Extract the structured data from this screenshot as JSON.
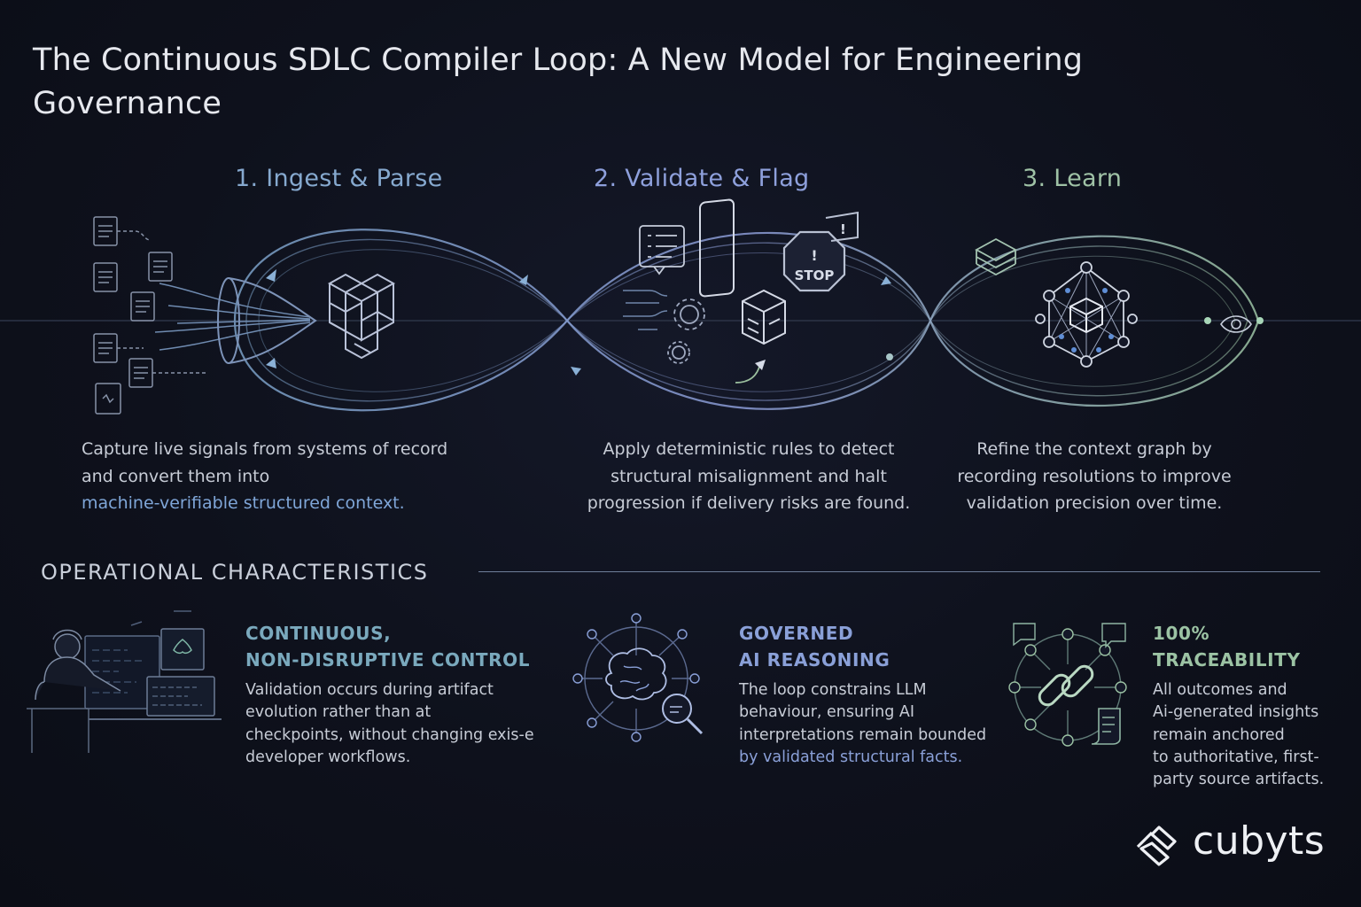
{
  "title": "The Continuous SDLC Compiler Loop: A New Model for Engineering Governance",
  "steps": [
    {
      "title": "1. Ingest & Parse",
      "lines": [
        "Capture live signals from systems of record",
        "and convert them into",
        "machine-verifiable structured context."
      ]
    },
    {
      "title": "2. Validate & Flag",
      "stop_label": "STOP",
      "lines": [
        "Apply deterministic rules to detect",
        "structural misalignment and halt",
        "progression if delivery risks are found."
      ]
    },
    {
      "title": "3. Learn",
      "lines": [
        "Refine the context graph by",
        "recording resolutions to improve",
        "validation precision over time."
      ]
    }
  ],
  "section_header": "OPERATIONAL CHARACTERISTICS",
  "features": [
    {
      "title_lines": [
        "CONTINUOUS,",
        "NON-DISRUPTIVE CONTROL"
      ],
      "body_lines": [
        "Validation occurs during artifact",
        "evolution rather than at",
        "checkpoints, without changing exis-e",
        "developer workflows."
      ]
    },
    {
      "title_lines": [
        "GOVERNED",
        "AI REASONING"
      ],
      "body_lines": [
        "The loop constrains LLM",
        "behaviour, ensuring AI",
        "interpretations remain bounded",
        "by validated structural facts."
      ]
    },
    {
      "title_lines": [
        "100%",
        "TRACEABILITY"
      ],
      "body_lines": [
        "All outcomes and",
        "Ai-generated insights",
        "remain anchored",
        "to authoritative, first-",
        "party source artifacts."
      ]
    }
  ],
  "brand": "cubyts",
  "colors": {
    "step1": "#86a9cf",
    "step2": "#8ea0dc",
    "step3": "#9fc2a6",
    "feature1": "#7aa9bd",
    "feature2": "#8aa0d8",
    "feature3": "#9cc3a4",
    "highlight": "#7fa6d8"
  },
  "icons": [
    "document-icon",
    "funnel-icon",
    "cube-stack-icon",
    "checklist-bubble-icon",
    "gear-icon",
    "phone-icon",
    "cube-icon",
    "stop-sign-icon",
    "flag-icon",
    "layers-icon",
    "network-cube-icon",
    "eye-icon",
    "developer-at-computer-icon",
    "brain-network-icon",
    "magnifier-icon",
    "link-chain-icon",
    "scroll-icon",
    "cubyts-logo-icon"
  ]
}
